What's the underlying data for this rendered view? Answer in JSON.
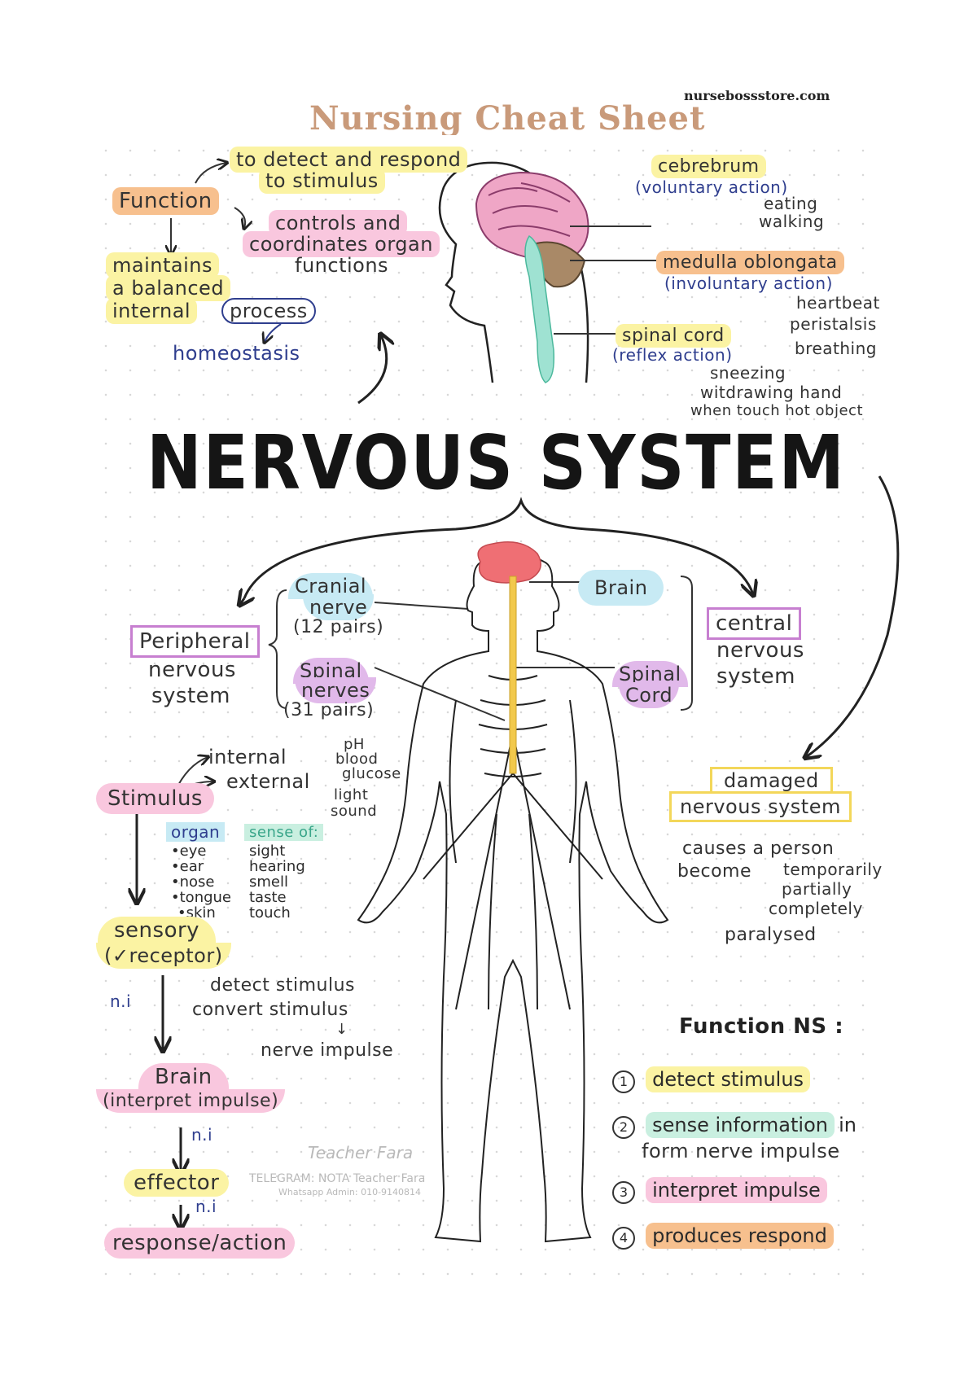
{
  "header": {
    "site": "nursebossstore.com",
    "title": "Nursing Cheat Sheet"
  },
  "function_block": {
    "label": "Function",
    "detect": "to detect and respond",
    "detect2": "to stimulus",
    "controls": "controls and",
    "controls2": "coordinates organ",
    "controls3": "functions",
    "maintains": "maintains",
    "maintains2": "a balanced",
    "maintains3": "internal",
    "process": "process",
    "homeostasis": "homeostasis"
  },
  "brain_labels": {
    "cerebrum": "cebrebrum",
    "cerebrum_sub": "(voluntary action)",
    "eating": "eating",
    "walking": "walking",
    "medulla": "medulla oblongata",
    "medulla_sub": "(involuntary action)",
    "heartbeat": "heartbeat",
    "peristalsis": "peristalsis",
    "breathing": "breathing",
    "spinal": "spinal cord",
    "spinal_sub": "(reflex action)",
    "sneezing": "sneezing",
    "withdrawing": "witdrawing hand",
    "touch": "when touch hot object"
  },
  "main_title": "NERVOUS SYSTEM",
  "divisions": {
    "cranial": "Cranial",
    "cranial2": "nerve",
    "cranial_pairs": "(12 pairs)",
    "peripheral": "Peripheral",
    "peripheral2": "nervous",
    "peripheral3": "system",
    "spinal_nerves": "Spinal",
    "spinal_nerves2": "nerves",
    "spinal_pairs": "(31 pairs)",
    "brain": "Brain",
    "spinal_cord": "Spinal",
    "spinal_cord2": "Cord",
    "central": "central",
    "central2": "nervous",
    "central3": "system"
  },
  "stimulus": {
    "label": "Stimulus",
    "internal": "internal",
    "external": "external",
    "ph": "pH",
    "blood": "blood",
    "glucose": "glucose",
    "light": "light",
    "sound": "sound",
    "organ_header": "organ",
    "sense_header": "sense of:",
    "organs": [
      "•eye",
      "•ear",
      "•nose",
      "•tongue",
      "•skin"
    ],
    "senses": [
      "sight",
      "hearing",
      "smell",
      "taste",
      "touch"
    ]
  },
  "flow": {
    "sensory": "sensory",
    "receptor": "(✓receptor)",
    "ni": "n.i",
    "detect": "detect stimulus",
    "convert": "convert stimulus",
    "down": "↓",
    "nerve_impulse": "nerve impulse",
    "brain": "Brain",
    "interpret": "(interpret impulse)",
    "ni2": "n.i",
    "effector": "effector",
    "ni3": "n.i",
    "response": "response/action"
  },
  "damaged": {
    "title": "damaged",
    "title2": "nervous system",
    "causes": "causes a person",
    "become": "become",
    "temporarily": "temporarily",
    "partially": "partially",
    "completely": "completely",
    "paralysed": "paralysed"
  },
  "function_ns": {
    "heading": "Function NS :",
    "items": [
      {
        "num": "1",
        "text": "detect stimulus",
        "extra": ""
      },
      {
        "num": "2",
        "text": "sense information",
        "extra": "in"
      },
      {
        "num": "3",
        "text": "interpret impulse",
        "extra": ""
      },
      {
        "num": "4",
        "text": "produces respond",
        "extra": ""
      }
    ],
    "item2_line2": "form nerve impulse"
  },
  "watermark": {
    "sig": "Teacher Fara",
    "line1": "TELEGRAM: NOTA Teacher Fara",
    "line2": "Whatsapp Admin: 010-9140814"
  },
  "colors": {
    "yellow": "#fbf3a3",
    "orange": "#f7c08e",
    "pink": "#f9c7de",
    "blue": "#c7eaf4",
    "violet": "#e1b9ea",
    "green": "#c9efe0",
    "navy_text": "#2f3e8e",
    "cord_yellow": "#f2c94c",
    "brain_red": "#ef6f74"
  }
}
